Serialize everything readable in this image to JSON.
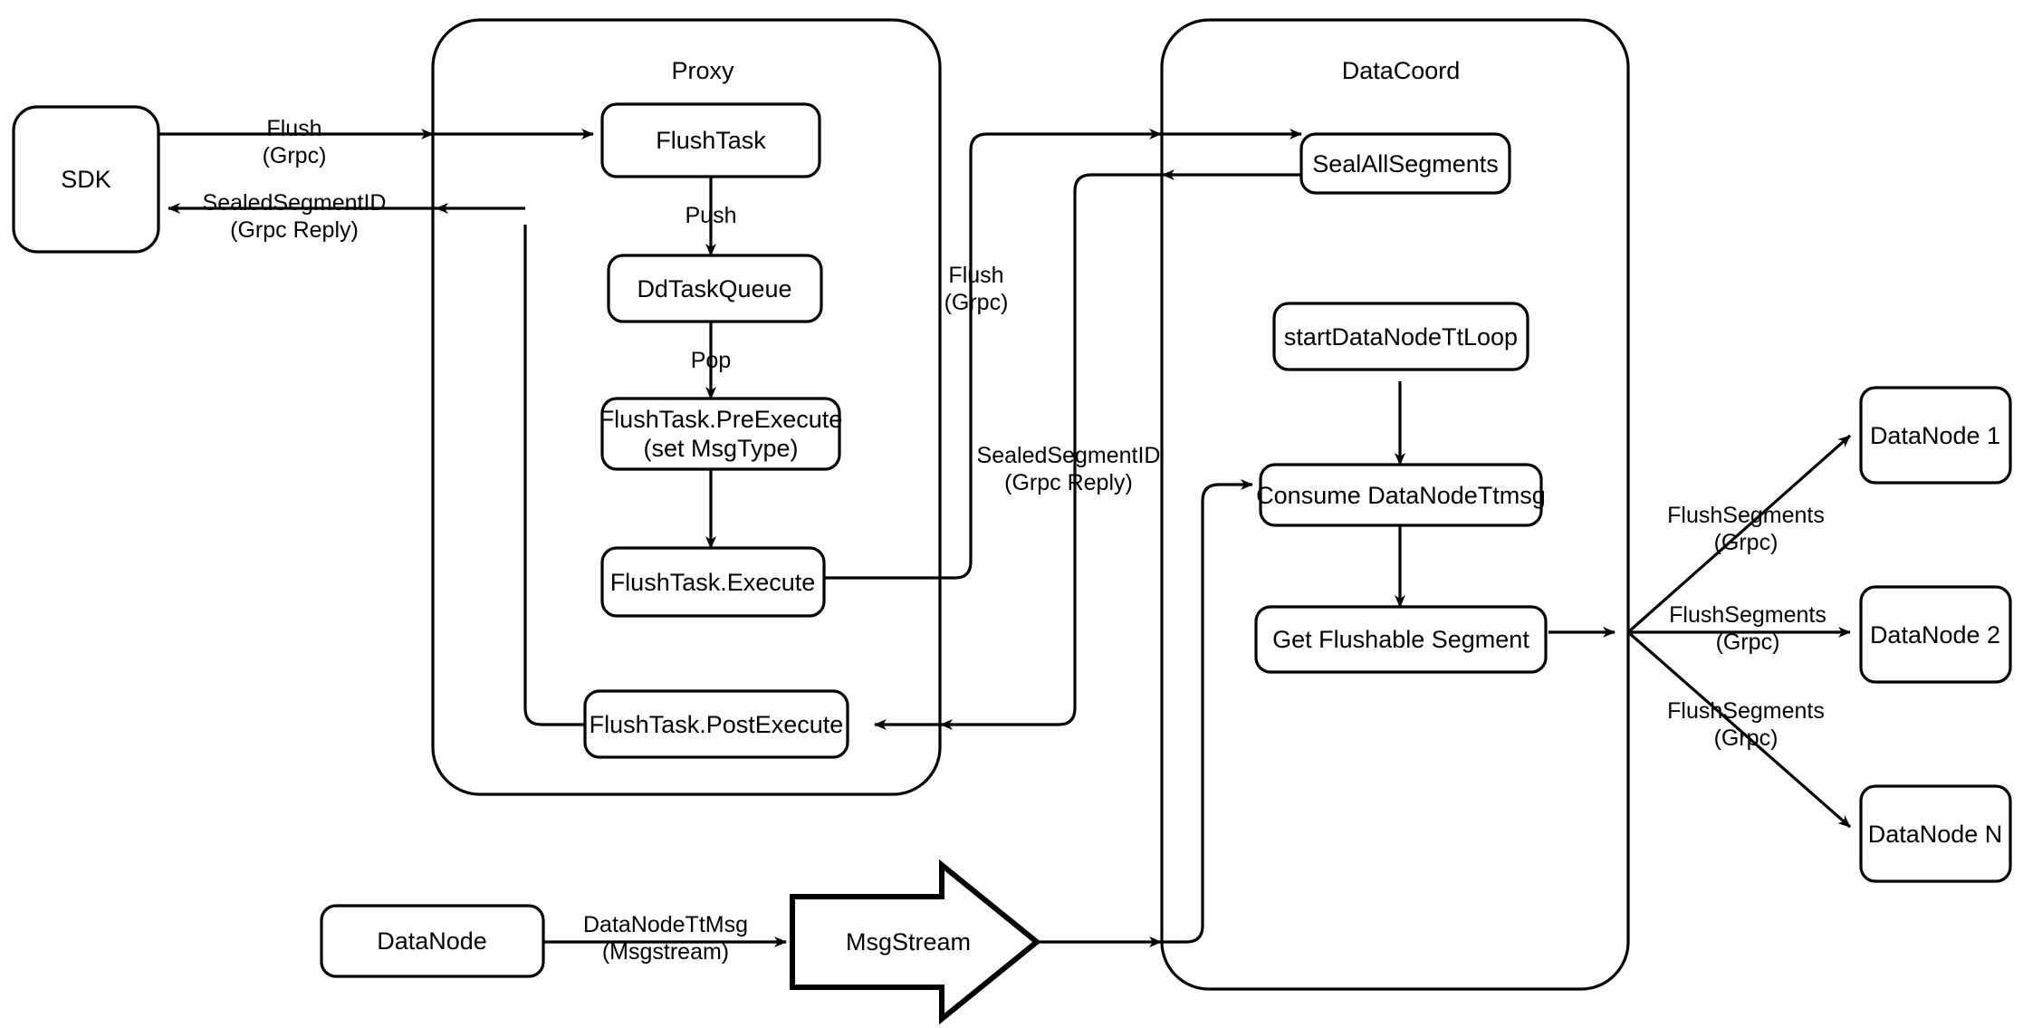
{
  "diagram": {
    "title": "Milvus Flush Sequence Flow",
    "type": "flowchart",
    "colors": {
      "stroke": "#000000",
      "fill": "#ffffff",
      "text": "#000000"
    }
  },
  "groups": [
    {
      "id": "proxy",
      "label": "Proxy"
    },
    {
      "id": "datacoord",
      "label": "DataCoord"
    }
  ],
  "nodes": {
    "sdk": "SDK",
    "flush_task": "FlushTask",
    "dd_task_queue": "DdTaskQueue",
    "pre_execute_line1": "FlushTask.PreExecute",
    "pre_execute_line2": "(set MsgType)",
    "execute": "FlushTask.Execute",
    "post_execute": "FlushTask.PostExecute",
    "seal_all_segments": "SealAllSegments",
    "start_tt_loop": "startDataNodeTtLoop",
    "consume_tt_msg": "Consume DataNodeTtmsg",
    "get_flushable_segment": "Get Flushable Segment",
    "datanode_1": "DataNode 1",
    "datanode_2": "DataNode 2",
    "datanode_n": "DataNode N",
    "datanode_src": "DataNode",
    "msgstream": "MsgStream"
  },
  "edges": {
    "sdk_to_proxy_l1": "Flush",
    "sdk_to_proxy_l2": "(Grpc)",
    "proxy_to_sdk_l1": "SealedSegmentID",
    "proxy_to_sdk_l2": "(Grpc Reply)",
    "push": "Push",
    "pop": "Pop",
    "proxy_to_dc_l1": "Flush",
    "proxy_to_dc_l2": "(Grpc)",
    "dc_to_proxy_l1": "SealedSegmentID",
    "dc_to_proxy_l2": "(Grpc Reply)",
    "tt_msg_l1": "DataNodeTtMsg",
    "tt_msg_l2": "(Msgstream)",
    "flush_seg_1_l1": "FlushSegments",
    "flush_seg_1_l2": "(Grpc)",
    "flush_seg_2_l1": "FlushSegments",
    "flush_seg_2_l2": "(Grpc)",
    "flush_seg_n_l1": "FlushSegments",
    "flush_seg_n_l2": "(Grpc)"
  }
}
